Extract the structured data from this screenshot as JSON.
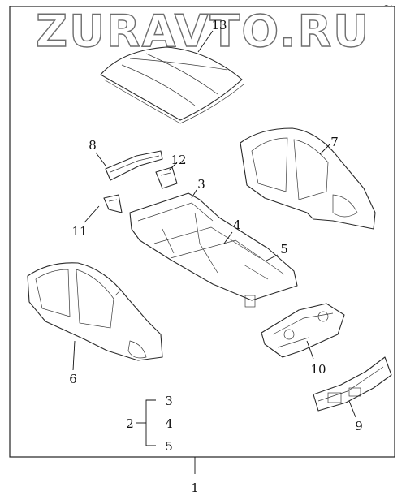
{
  "watermark": "ZURAVTO.RU",
  "corner_mark": "~",
  "callouts": {
    "c1": "1",
    "c2": "2",
    "c3a": "3",
    "c3b": "3",
    "c4a": "4",
    "c4b": "4",
    "c5a": "5",
    "c5b": "5",
    "c6": "6",
    "c7": "7",
    "c8": "8",
    "c9": "9",
    "c10": "10",
    "c11": "11",
    "c12": "12",
    "c13": "13"
  }
}
